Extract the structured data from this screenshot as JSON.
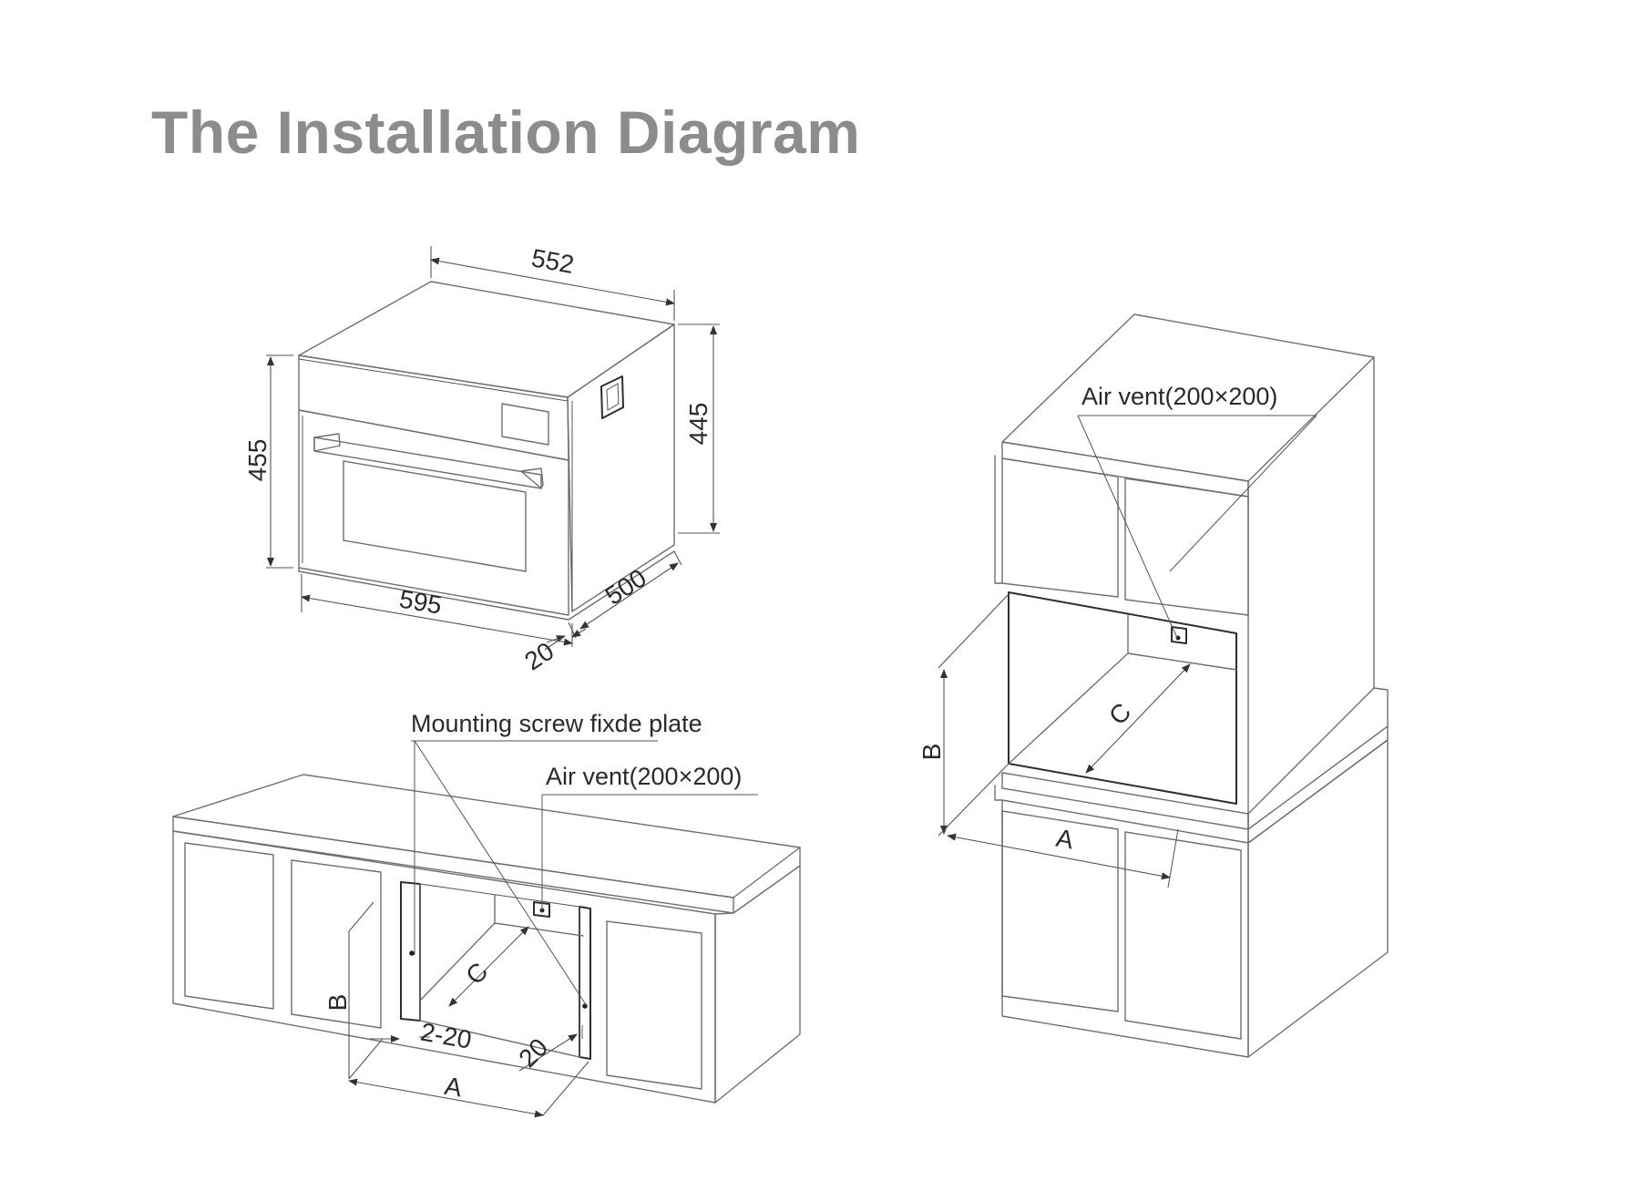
{
  "title": "The Installation Diagram",
  "oven": {
    "width_top": "552",
    "height_front": "455",
    "height_side": "445",
    "width_front": "595",
    "depth": "500",
    "front_offset": "20"
  },
  "counter_install": {
    "mounting_label": "Mounting screw fixde plate",
    "air_vent_label": "Air vent(200×200)",
    "dim_a": "A",
    "dim_b": "B",
    "dim_c": "C",
    "gap_side": "2-20",
    "gap_bottom": "20"
  },
  "tall_install": {
    "air_vent_label": "Air vent(200×200)",
    "dim_a": "A",
    "dim_b": "B",
    "dim_c": "C"
  }
}
